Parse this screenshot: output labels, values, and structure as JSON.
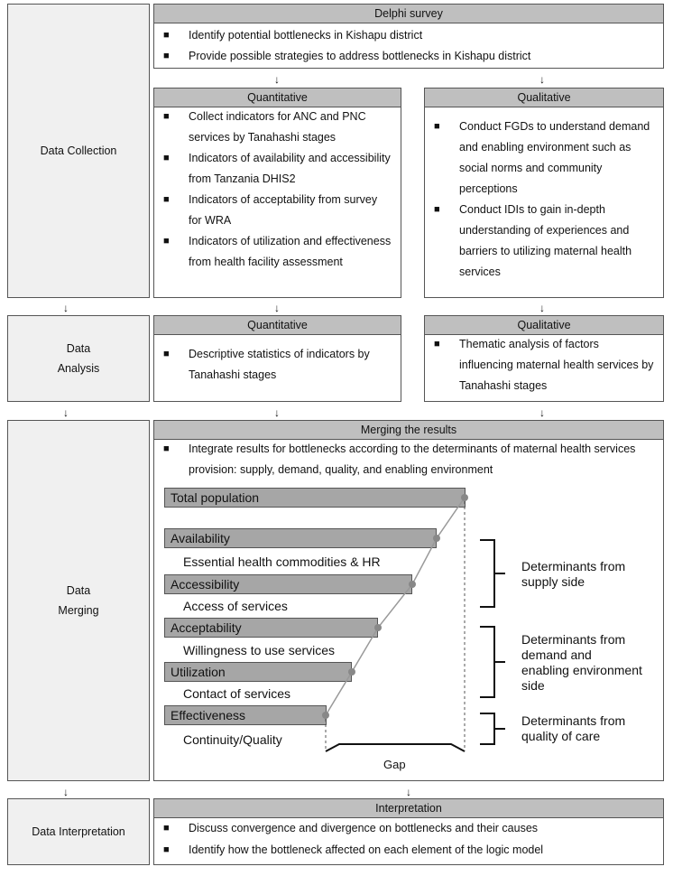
{
  "left_labels": {
    "collection": "Data Collection",
    "analysis_1": "Data",
    "analysis_2": "Analysis",
    "merging_1": "Data",
    "merging_2": "Merging",
    "interpretation": "Data Interpretation"
  },
  "arrow": "↓",
  "delphi": {
    "title": "Delphi survey",
    "bullets": [
      "Identify potential bottlenecks in Kishapu district",
      "Provide possible strategies to address bottlenecks in Kishapu district"
    ]
  },
  "collection_quant": {
    "title": "Quantitative",
    "bullets": [
      "Collect indicators for ANC and PNC services by Tanahashi stages",
      "Indicators of availability and accessibility from Tanzania DHIS2",
      "Indicators of acceptability from survey for WRA",
      "Indicators of utilization and effectiveness from health facility assessment"
    ]
  },
  "collection_qual": {
    "title": "Qualitative",
    "bullets": [
      "Conduct FGDs to understand demand and enabling environment such as social norms and community perceptions",
      "Conduct IDIs to gain in-depth understanding of experiences and barriers to utilizing maternal health services"
    ]
  },
  "analysis_quant": {
    "title": "Quantitative",
    "bullets": [
      "Descriptive statistics of indicators by Tanahashi stages"
    ]
  },
  "analysis_qual": {
    "title": "Qualitative",
    "bullets": [
      "Thematic analysis of factors influencing maternal health services by Tanahashi stages"
    ]
  },
  "merging": {
    "title": "Merging the results",
    "bullets": [
      "Integrate results for bottlenecks according to the determinants of maternal health services provision: supply, demand, quality, and enabling environment"
    ],
    "bars": [
      {
        "label": "Total population",
        "level": 1.0
      },
      {
        "label": "Availability",
        "sub": "Essential health commodities & HR",
        "level": 0.91
      },
      {
        "label": "Accessibility",
        "sub": "Access of services",
        "level": 0.83
      },
      {
        "label": "Acceptability",
        "sub": "Willingness to use services",
        "level": 0.71
      },
      {
        "label": "Utilization",
        "sub": "Contact of services",
        "level": 0.62
      },
      {
        "label": "Effectiveness",
        "sub": "Continuity/Quality",
        "level": 0.54
      }
    ],
    "determinants": [
      {
        "line1": "Determinants from",
        "line2": "supply side"
      },
      {
        "line1": "Determinants from",
        "line2": "demand and",
        "line3": "enabling environment",
        "line4": "side"
      },
      {
        "line1": "Determinants from",
        "line2": "quality of care"
      }
    ],
    "gap_label": "Gap"
  },
  "interpretation": {
    "title": "Interpretation",
    "bullets": [
      "Discuss convergence and divergence on bottlenecks and their causes",
      "Identify how the bottleneck affected on each element of the logic model"
    ]
  }
}
